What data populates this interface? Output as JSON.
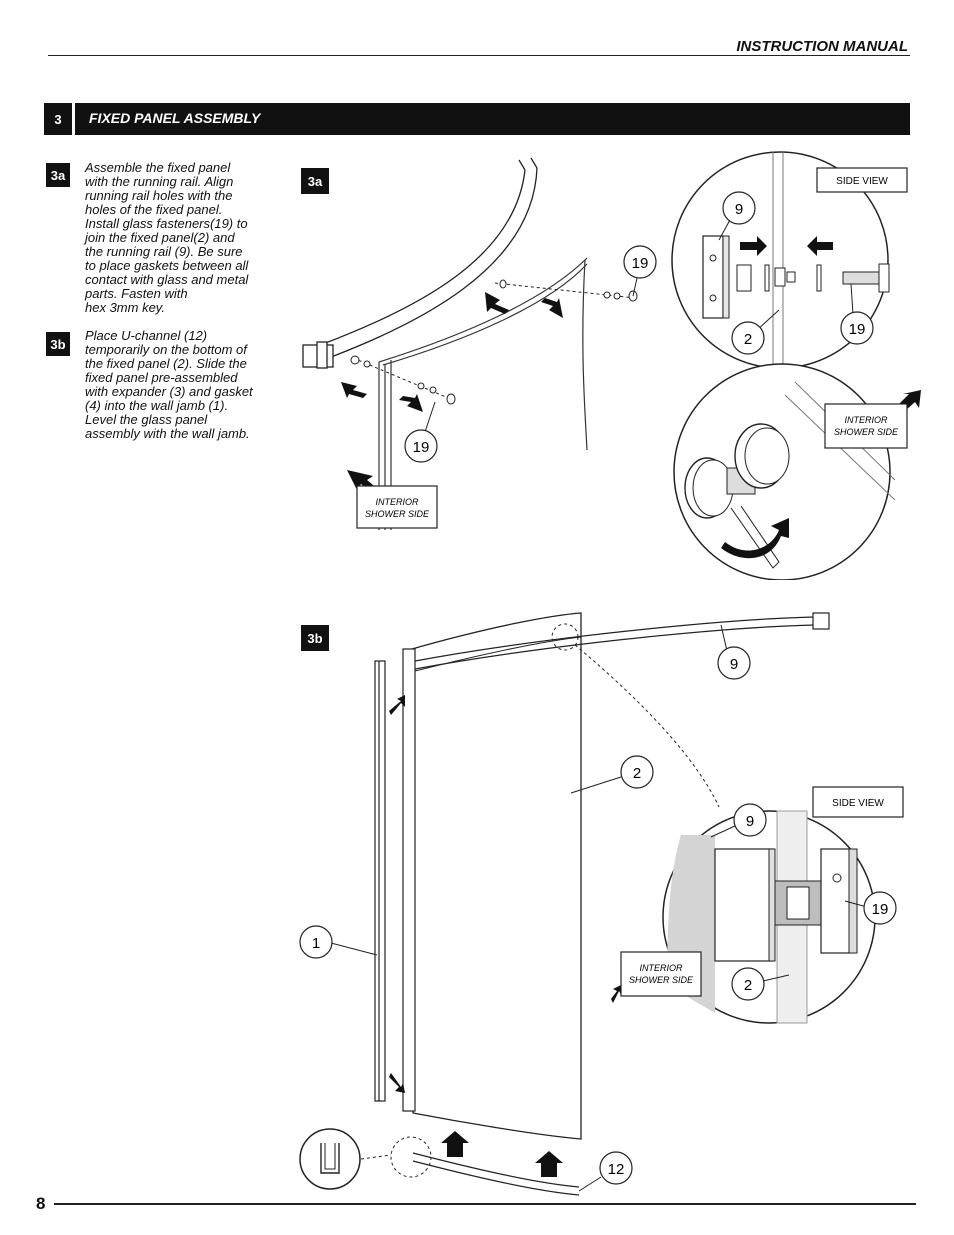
{
  "header": {
    "title": "INSTRUCTION MANUAL"
  },
  "section": {
    "number": "3",
    "title": "FIXED PANEL ASSEMBLY"
  },
  "steps": [
    {
      "badge": "3a",
      "text": "Assemble the fixed panel\nwith the running rail. Align\nrunning rail holes with the\nholes of the fixed panel.\nInstall glass fasteners(19) to\njoin the fixed panel(2) and\nthe running rail (9). Be sure\nto place gaskets between all\ncontact with glass and metal\nparts. Fasten with\nhex 3mm key."
    },
    {
      "badge": "3b",
      "text": "Place U-channel (12)\ntemporarily on the bottom of\nthe fixed panel (2). Slide the\nfixed panel  pre-assembled\nwith expander (3) and gasket\n(4) into the wall jamb (1).\nLevel the glass panel\nassembly with the wall jamb."
    }
  ],
  "figure_3a": {
    "badge": "3a",
    "side_view": "SIDE VIEW",
    "interior_label_1": "INTERIOR",
    "interior_label_2": "SHOWER SIDE",
    "callouts": [
      "19",
      "19",
      "9",
      "19",
      "2"
    ]
  },
  "figure_3b": {
    "badge": "3b",
    "side_view": "SIDE VIEW",
    "interior_label_1": "INTERIOR",
    "interior_label_2": "SHOWER SIDE",
    "callouts": [
      "9",
      "2",
      "9",
      "19",
      "1",
      "2",
      "12"
    ]
  },
  "footer": {
    "page_number": "8"
  }
}
